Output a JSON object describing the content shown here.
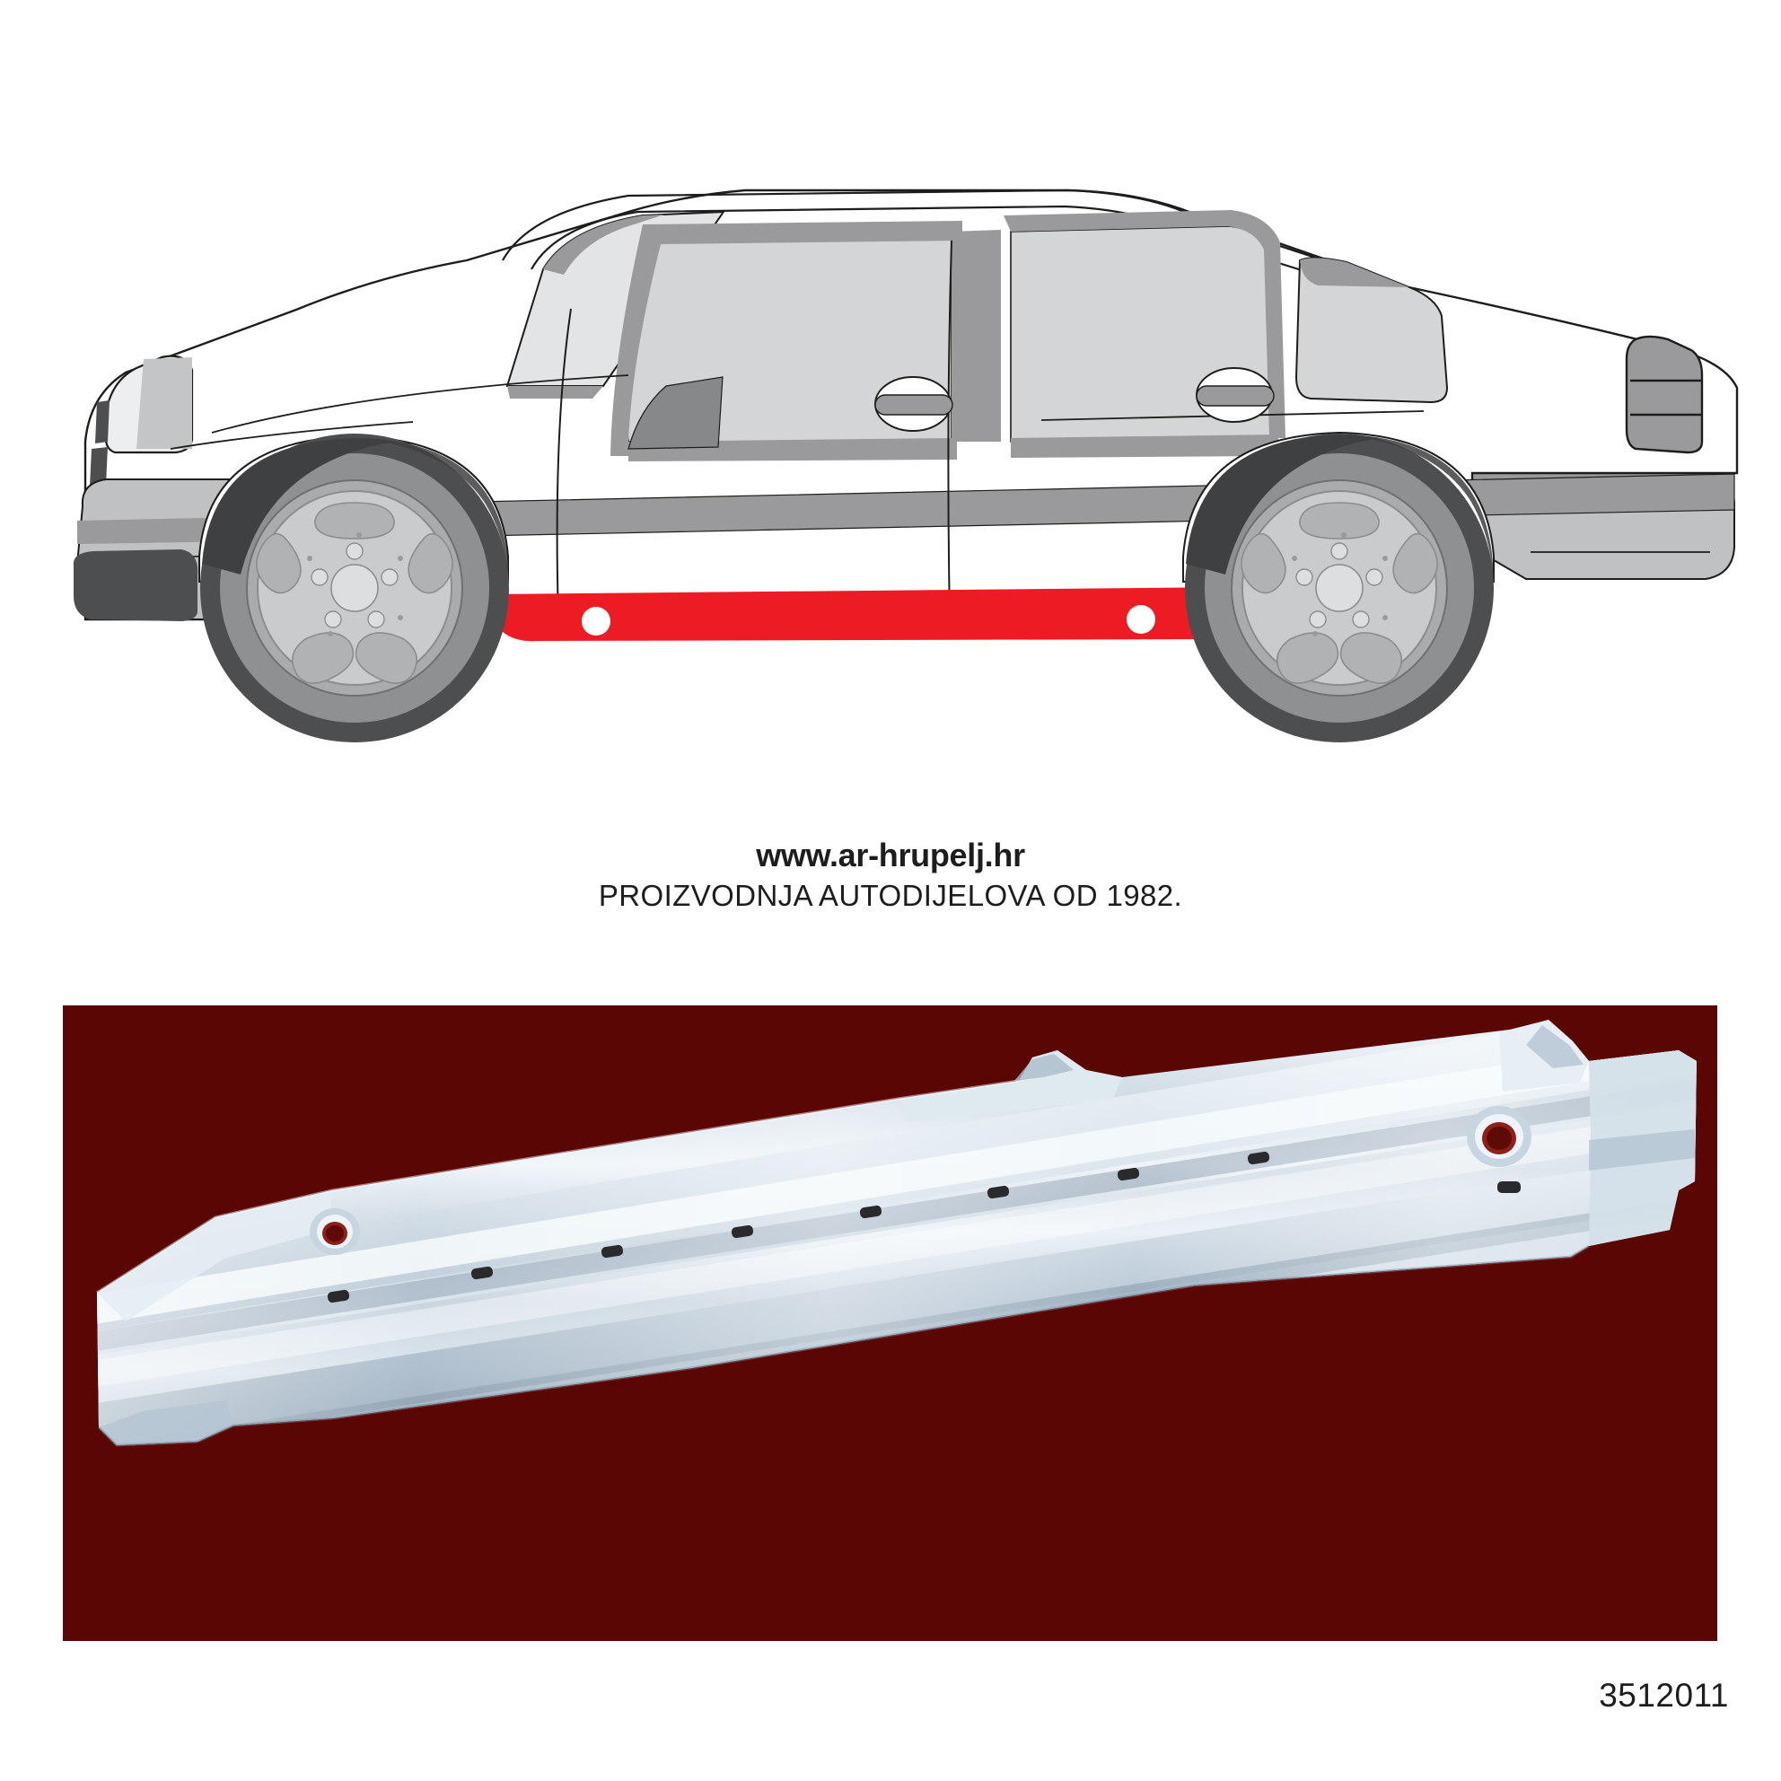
{
  "page": {
    "background_color": "#ffffff"
  },
  "car_illustration": {
    "title": "Mercedes-Benz C-Class W202 sedan side view line drawing",
    "highlight_part_name": "rocker panel sill",
    "highlight_color": "#ed1c24",
    "body_color": "#ffffff",
    "outline_color": "#1d1d1b",
    "glass_color": "#d3d5d7",
    "trim_color": "#9a9a9c",
    "bumper_color": "#bfc1c3",
    "tire_color": "#8e9092",
    "tire_dark_color": "#4d4e50",
    "wheel_color": "#c9cbcd"
  },
  "branding": {
    "url": "www.ar-hrupelj.hr",
    "tagline": "PROIZVODNJA AUTODIJELOVA OD 1982."
  },
  "product_photo": {
    "background_color": "#5a0604",
    "part_description": "galvanized steel rocker panel repair sill",
    "metal_color": "#c6d2dc"
  },
  "part_number": {
    "value": "3512011"
  }
}
